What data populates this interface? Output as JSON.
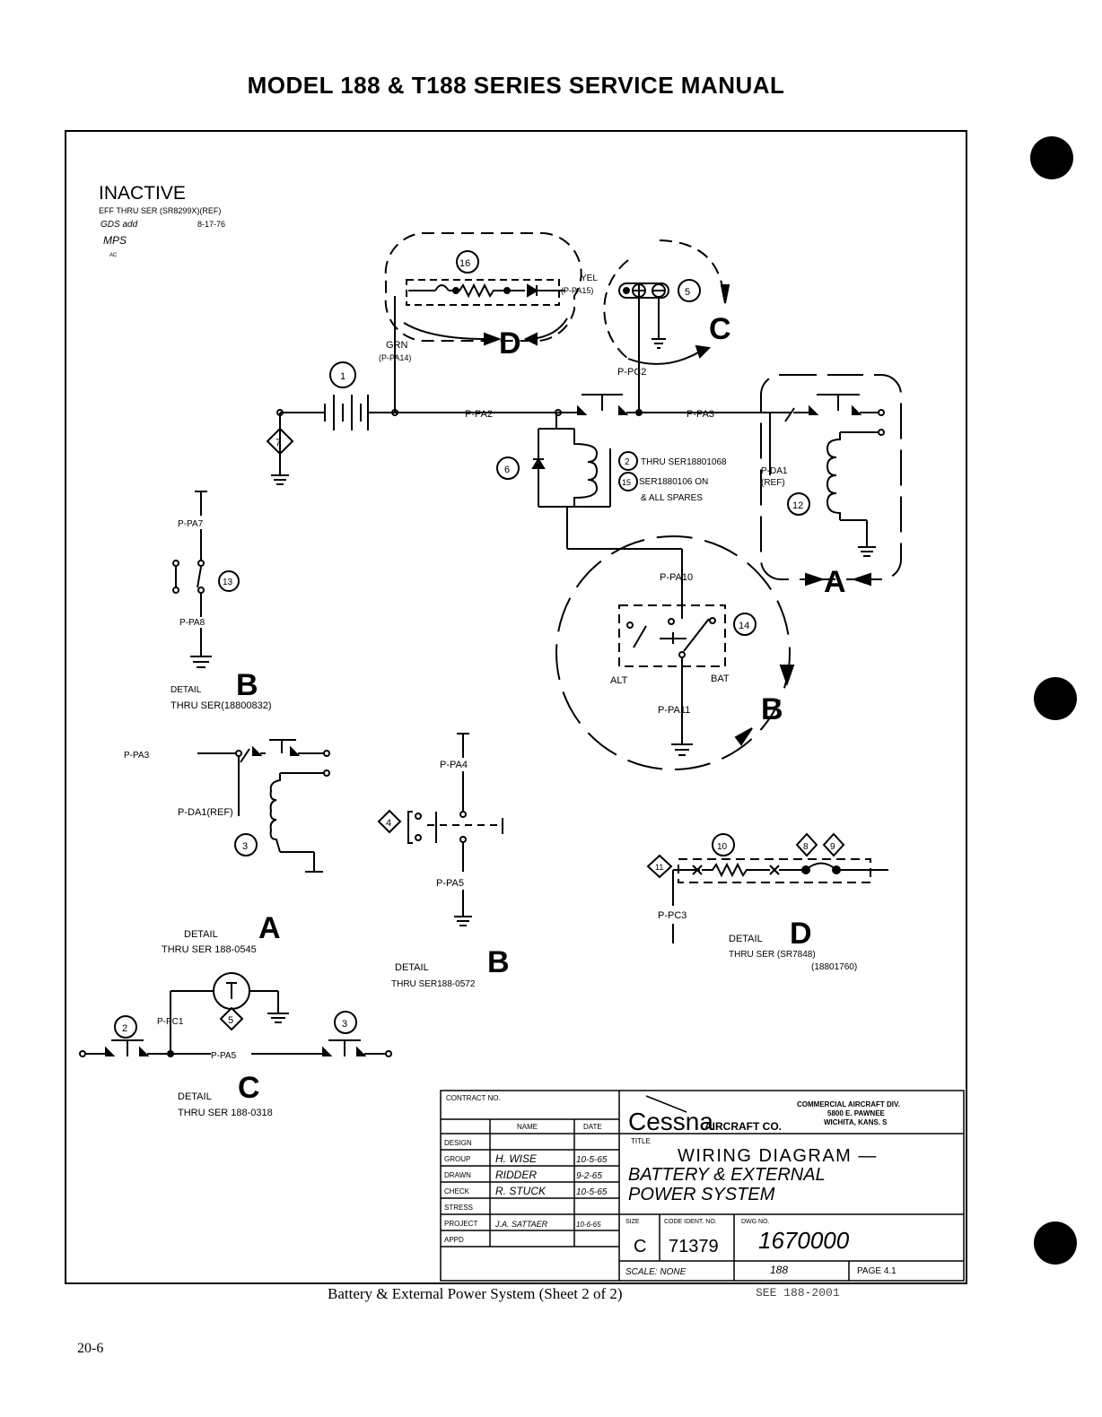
{
  "header": {
    "title": "MODEL 188 & T188 SERIES SERVICE MANUAL"
  },
  "stamp": {
    "status": "INACTIVE",
    "effectivity": "EFF THRU SER (SR8299X)(REF)",
    "initials": "GDS add",
    "date": "8-17-76",
    "sign": "MPS",
    "sign2": "AC"
  },
  "labels": {
    "grn": "GRN",
    "grn_ref": "(P-PA14)",
    "yel": "YEL",
    "yel_ref": "(P-PA15)",
    "ppc2": "P-PC2",
    "ppa2": "P-PA2",
    "ppa3": "P-PA3",
    "note_2": "THRU SER18801068",
    "note_15": "SER1880106 ON",
    "note_spares": "& ALL SPARES",
    "pdai_ref": "P-DA1",
    "pdai_ref2": "(REF)",
    "ppa7": "P-PA7",
    "ppa8": "P-PA8",
    "ppa10": "P-PA10",
    "alt": "ALT",
    "bat": "BAT",
    "ppa11": "P-PA11",
    "ppa3_b": "P-PA3",
    "pdai_ref_b": "P-DA1(REF)",
    "ppa4": "P-PA4",
    "ppa5": "P-PA5",
    "ppc3": "P-PC3",
    "ppc1": "P-PC1",
    "ppa5_c": "P-PA5"
  },
  "callouts": [
    "16",
    "5",
    "1",
    "7",
    "6",
    "2",
    "15",
    "12",
    "13",
    "14",
    "3",
    "4",
    "10",
    "8",
    "9",
    "11",
    "2",
    "5",
    "3"
  ],
  "detail_letters": {
    "a": "A",
    "b": "B",
    "c": "C",
    "d": "D"
  },
  "details": [
    {
      "word": "DETAIL",
      "letter": "B",
      "note": "THRU SER(18800832)"
    },
    {
      "word": "DETAIL",
      "letter": "A",
      "note": "THRU SER 188-0545"
    },
    {
      "word": "DETAIL",
      "letter": "B",
      "note": "THRU SER188-0572"
    },
    {
      "word": "DETAIL",
      "letter": "D",
      "note": "THRU SER (SR7848)",
      "note2": "(18801760)"
    },
    {
      "word": "DETAIL",
      "letter": "C",
      "note": "THRU SER 188-0318"
    }
  ],
  "title_block": {
    "contract": "CONTRACT NO.",
    "col_name": "NAME",
    "col_date": "DATE",
    "rows": [
      {
        "role": "DESIGN",
        "name": "",
        "date": ""
      },
      {
        "role": "GROUP",
        "name": "H. WISE",
        "date": "10-5-65"
      },
      {
        "role": "DRAWN",
        "name": "RIDDER",
        "date": "9-2-65"
      },
      {
        "role": "CHECK",
        "name": "R. STUCK",
        "date": "10-5-65"
      },
      {
        "role": "STRESS",
        "name": "",
        "date": ""
      },
      {
        "role": "PROJECT",
        "name": "J.A. SATTAER",
        "date": "10-6-65"
      },
      {
        "role": "APPD",
        "name": "",
        "date": ""
      }
    ],
    "company": "Cessna",
    "company2": "AIRCRAFT CO.",
    "division": "COMMERCIAL AIRCRAFT DIV.",
    "address": "5800 E. PAWNEE",
    "city": "WICHITA, KANS. S",
    "title_label": "TITLE",
    "title1": "WIRING DIAGRAM —",
    "title2": "BATTERY & EXTERNAL",
    "title3": "POWER SYSTEM",
    "size_label": "SIZE",
    "size": "C",
    "code_label": "CODE IDENT. NO.",
    "code": "71379",
    "dwg_label": "DWG NO.",
    "dwg": "1670000",
    "scale": "SCALE: NONE",
    "model": "188",
    "page": "PAGE 4.1"
  },
  "caption": "Battery & External Power System (Sheet 2 of 2)",
  "margin_note": "SEE 188-2001",
  "page_number": "20-6"
}
